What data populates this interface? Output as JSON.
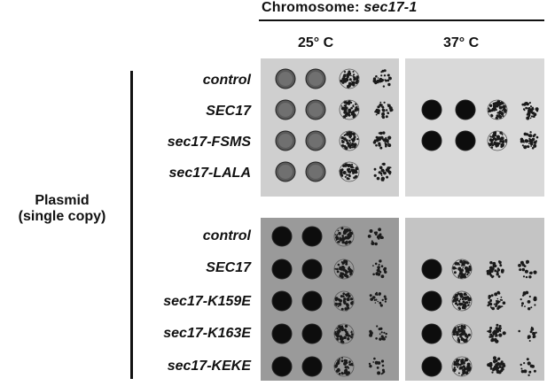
{
  "chromosome": {
    "prefix": "Chromosome: ",
    "strain": "sec17-1"
  },
  "temperatures": [
    "25° C",
    "37° C"
  ],
  "plasmid_label": {
    "line1": "Plasmid",
    "line2": "(single copy)"
  },
  "groups": [
    {
      "rows": [
        {
          "label": "control",
          "growth_25": [
            1.0,
            1.0,
            0.8,
            0.45
          ],
          "growth_37": [
            0,
            0,
            0,
            0
          ]
        },
        {
          "label": "SEC17",
          "growth_25": [
            1.0,
            1.0,
            0.85,
            0.5
          ],
          "growth_37": [
            1.0,
            1.0,
            0.9,
            0.6
          ]
        },
        {
          "label": "sec17-FSMS",
          "growth_25": [
            1.0,
            1.0,
            0.85,
            0.5
          ],
          "growth_37": [
            1.0,
            1.0,
            0.9,
            0.6
          ]
        },
        {
          "label": "sec17-LALA",
          "growth_25": [
            1.0,
            1.0,
            0.75,
            0.4
          ],
          "growth_37": [
            0,
            0,
            0,
            0
          ]
        }
      ],
      "plate_tone": "light"
    },
    {
      "rows": [
        {
          "label": "control",
          "growth_25": [
            1.0,
            1.0,
            0.7,
            0.25
          ],
          "growth_37": [
            0,
            0,
            0,
            0
          ]
        },
        {
          "label": "SEC17",
          "growth_25": [
            1.0,
            1.0,
            0.7,
            0.3
          ],
          "growth_37": [
            1.0,
            0.85,
            0.6,
            0.25
          ]
        },
        {
          "label": "sec17-K159E",
          "growth_25": [
            1.0,
            1.0,
            0.65,
            0.3
          ],
          "growth_37": [
            1.0,
            0.85,
            0.55,
            0.25
          ]
        },
        {
          "label": "sec17-K163E",
          "growth_25": [
            1.0,
            1.0,
            0.7,
            0.3
          ],
          "growth_37": [
            1.0,
            0.85,
            0.55,
            0.2
          ]
        },
        {
          "label": "sec17-KEKE",
          "growth_25": [
            1.0,
            1.0,
            0.65,
            0.25
          ],
          "growth_37": [
            1.0,
            0.85,
            0.6,
            0.2
          ]
        }
      ],
      "plate_tone": "dark"
    }
  ]
}
